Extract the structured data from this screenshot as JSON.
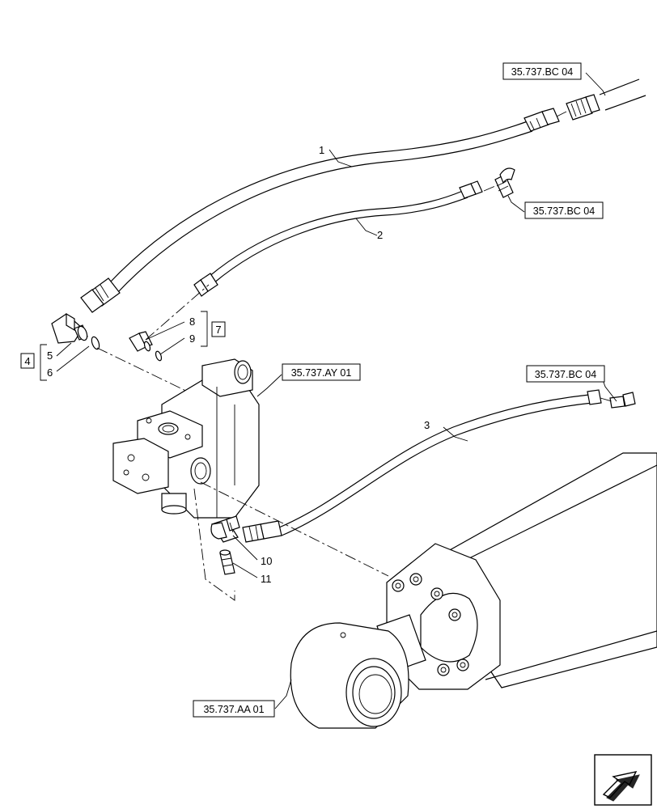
{
  "references": {
    "top_right": "35.737.BC 04",
    "middle_right": "35.737.BC 04",
    "valve": "35.737.AY 01",
    "hose3_end": "35.737.BC 04",
    "cylinder": "35.737.AA 01"
  },
  "callouts": {
    "p1": "1",
    "p2": "2",
    "p3": "3",
    "p4": "4",
    "p5": "5",
    "p6": "6",
    "p7": "7",
    "p8": "8",
    "p9": "9",
    "p10": "10",
    "p11": "11"
  },
  "icons": {
    "nav": "arrow-navigation-icon"
  }
}
